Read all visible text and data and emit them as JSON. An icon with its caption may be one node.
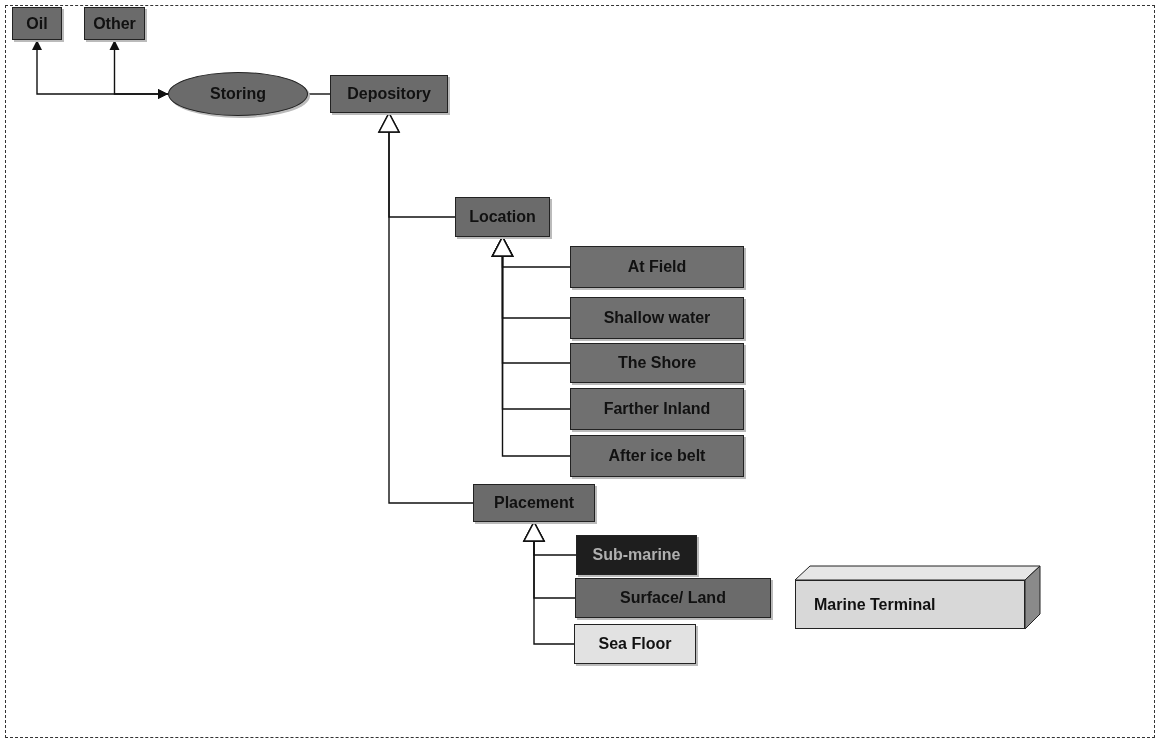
{
  "diagram": {
    "nodes": [
      {
        "text": [
          "Oil"
        ]
      },
      {
        "text": [
          "Other"
        ]
      },
      {
        "text": [
          "Storing"
        ]
      },
      {
        "text": [
          "Depository"
        ]
      },
      {
        "text": [
          "Location"
        ]
      },
      {
        "text": [
          "At Field"
        ]
      },
      {
        "text": [
          "Shallow water"
        ]
      },
      {
        "text": [
          "The Shore"
        ]
      },
      {
        "text": [
          "Farther Inland"
        ]
      },
      {
        "text": [
          "After ice belt"
        ]
      },
      {
        "text": [
          "Placement"
        ]
      },
      {
        "text": [
          "Sub-marine"
        ]
      },
      {
        "text": [
          "Surface/ Land"
        ]
      },
      {
        "text": [
          "Sea Floor"
        ]
      },
      {
        "text": [
          "Marine Terminal"
        ]
      }
    ],
    "edges": [
      {
        "from": 0,
        "to": 2,
        "arrow": "both"
      },
      {
        "from": 1,
        "to": 2,
        "arrow": "both"
      },
      {
        "from": 2,
        "to": 3,
        "arrow": "other"
      },
      {
        "from": 4,
        "to": 3,
        "arrow": "to"
      },
      {
        "from": 10,
        "to": 3,
        "arrow": "to"
      },
      {
        "from": 5,
        "to": 4,
        "arrow": "to"
      },
      {
        "from": 6,
        "to": 4,
        "arrow": "to"
      },
      {
        "from": 7,
        "to": 4,
        "arrow": "to"
      },
      {
        "from": 8,
        "to": 4,
        "arrow": "to"
      },
      {
        "from": 9,
        "to": 4,
        "arrow": "to"
      },
      {
        "from": 11,
        "to": 10,
        "arrow": "to"
      },
      {
        "from": 12,
        "to": 10,
        "arrow": "to"
      },
      {
        "from": 13,
        "to": 10,
        "arrow": "to"
      }
    ]
  }
}
